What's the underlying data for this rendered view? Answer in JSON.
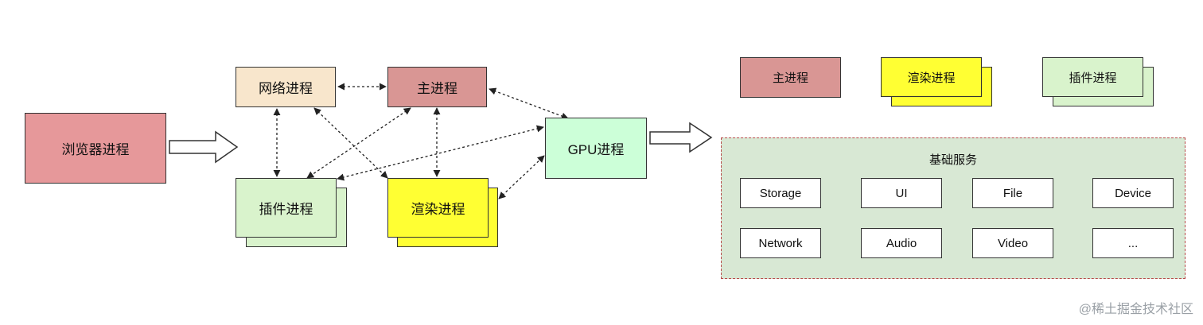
{
  "diagram": {
    "browser_process": "浏览器进程",
    "network_process": "网络进程",
    "main_process": "主进程",
    "plugin_process": "插件进程",
    "render_process": "渲染进程",
    "gpu_process": "GPU进程"
  },
  "legend": {
    "main": "主进程",
    "render": "渲染进程",
    "plugin": "插件进程"
  },
  "services": {
    "title": "基础服务",
    "items": [
      "Storage",
      "UI",
      "File",
      "Device",
      "Network",
      "Audio",
      "Video",
      "..."
    ]
  },
  "watermark": "@稀土掘金技术社区",
  "colors": {
    "browser": "#e6989a",
    "network": "#f8e6cc",
    "main": "#d99694",
    "plugin": "#d9f3cc",
    "render": "#ffff33",
    "gpu": "#ccffd8",
    "panel": "#d8e8d4",
    "panel_border": "#b84a4a"
  }
}
